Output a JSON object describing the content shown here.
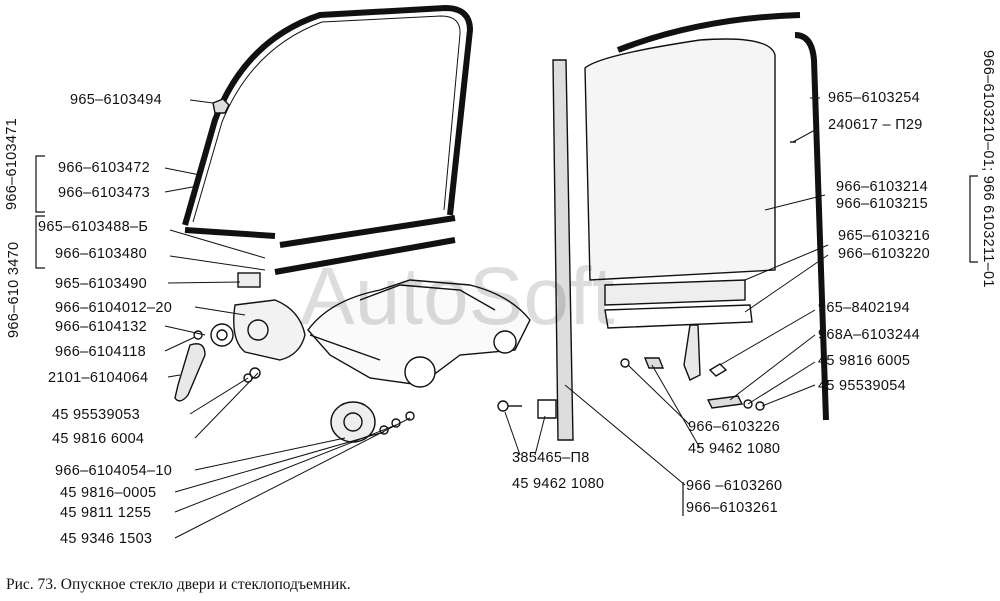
{
  "labels": {
    "p965_6103494": "965–6103494",
    "p966_6103472": "966–6103472",
    "p966_6103473": "966–6103473",
    "p965_6103488b": "965–6103488–Б",
    "p966_6103480": "966–6103480",
    "p965_6103490": "965–6103490",
    "p966_6104012_20": "966–6104012–20",
    "p966_6104132": "966–6104132",
    "p966_6104118": "966–6104118",
    "p2101_6104064": "2101–6104064",
    "p45_95539053": "45 95539053",
    "p45_9816_6004": "45 9816 6004",
    "p966_6104054_10": "966–6104054–10",
    "p45_9816_0005": "45  9816–0005",
    "p45_9811_1255": "45 9811  1255",
    "p45_9346_1503": "45 9346 1503",
    "p385465_p8": "385465–П8",
    "p45_9462_1080a": "45 9462  1080",
    "p966_6103260": "966 –6103260",
    "p966_6103261": "966–6103261",
    "p966_6103226": "966–6103226",
    "p45_9462_1080b": "45 9462 1080",
    "p965_6103254": "965–6103254",
    "p240617_p29": "240617 – П29",
    "p966_6103214": "966–6103214",
    "p966_6103215": "966–6103215",
    "p965_6103216": "965–6103216",
    "p966_6103220": "966–6103220",
    "p965_8402194": "965–8402194",
    "p968a_6103244": "968А–6103244",
    "p45_9816_6005": "45 9816 6005",
    "p45_95539054": "45 95539054"
  },
  "vertical_labels": {
    "left_group_a": "966–6103471",
    "left_group_b": "966–610 3470",
    "right_group": "966–6103210–01; 966  6103211–01"
  },
  "watermark": "AutoSoft",
  "caption": "Рис. 73. Опускное стекло двери и стеклоподъемник."
}
